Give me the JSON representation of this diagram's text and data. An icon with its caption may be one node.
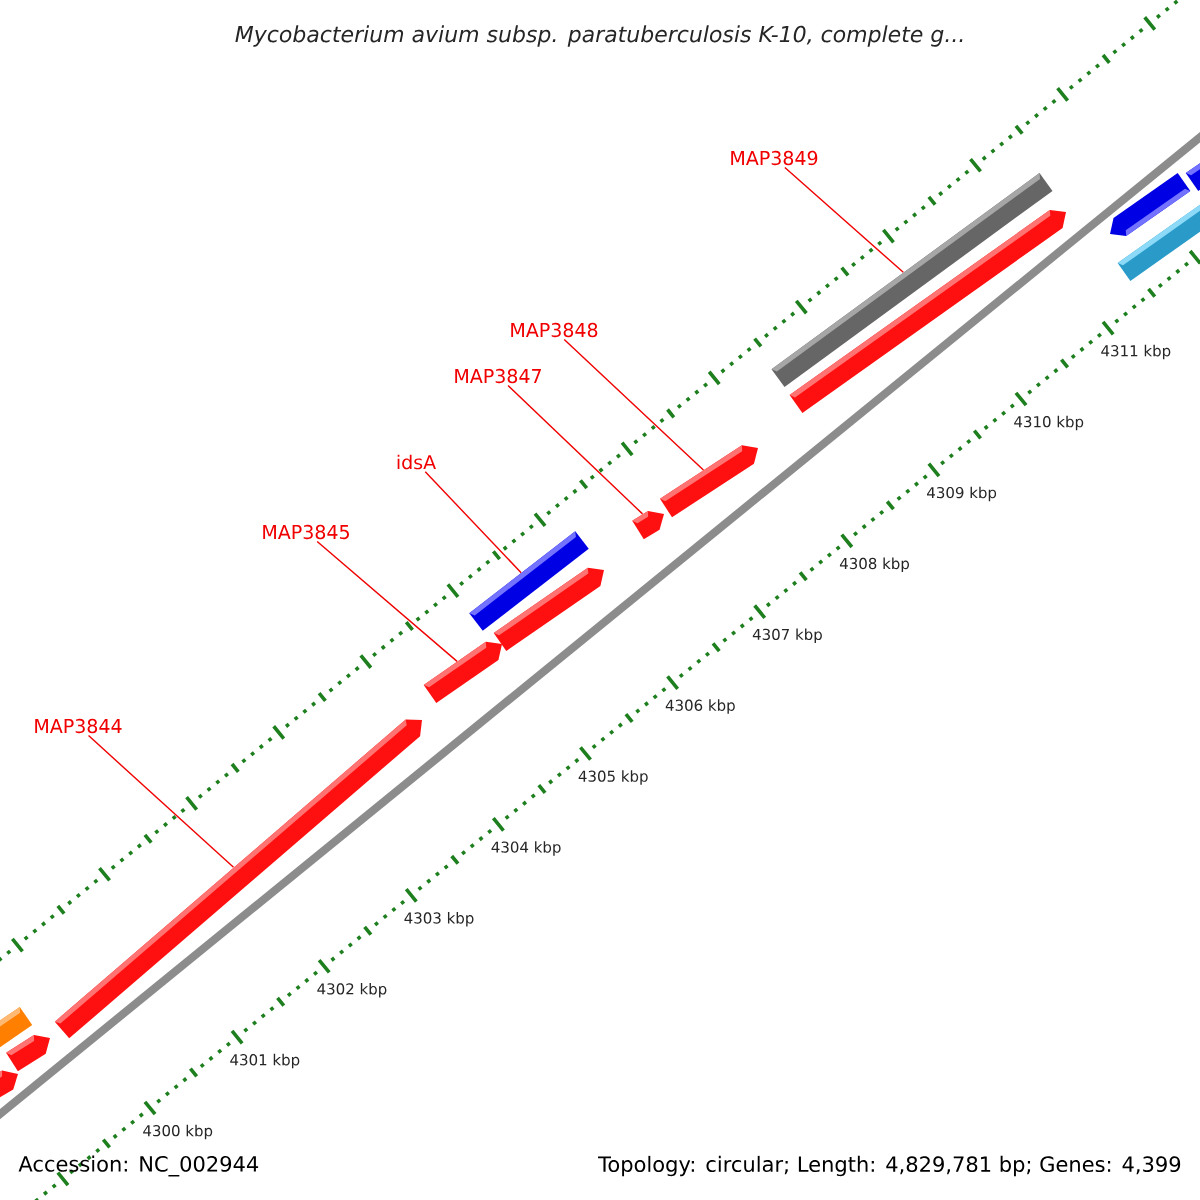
{
  "diagram": {
    "title": "Mycobacterium avium subsp. paratuberculosis K-10, complete g...",
    "nodes": [
      {
        "text": [
          "MAP3849"
        ]
      },
      {
        "text": [
          "MAP3848"
        ]
      },
      {
        "text": [
          "MAP3847"
        ]
      },
      {
        "text": [
          "idsA"
        ]
      },
      {
        "text": [
          "MAP3845"
        ]
      },
      {
        "text": [
          "MAP3844"
        ]
      },
      {
        "text": [],
        "shape": "bar"
      },
      {
        "text": [],
        "shape": "bar"
      },
      {
        "text": [],
        "shape": "bar"
      },
      {
        "text": [],
        "shape": "bar"
      },
      {
        "text": [],
        "shape": "bar"
      },
      {
        "text": [],
        "shape": "bar"
      }
    ],
    "edges": [
      {
        "from": 0,
        "to": 6,
        "arrow": "none"
      },
      {
        "from": 1,
        "to": 7,
        "arrow": "none"
      },
      {
        "from": 2,
        "to": 8,
        "arrow": "none"
      },
      {
        "from": 3,
        "to": 9,
        "arrow": "none"
      },
      {
        "from": 4,
        "to": 10,
        "arrow": "none"
      },
      {
        "from": 5,
        "to": 11,
        "arrow": "none"
      }
    ],
    "labels": [
      "4311 kbp",
      "4310 kbp",
      "4309 kbp",
      "4308 kbp",
      "4307 kbp",
      "4306 kbp",
      "4305 kbp",
      "4304 kbp",
      "4303 kbp",
      "4302 kbp",
      "4301 kbp",
      "4300 kbp",
      "Accession: NC_002944",
      "Topology: circular; Length: 4,829,781 bp; Genes: 4,399"
    ]
  }
}
